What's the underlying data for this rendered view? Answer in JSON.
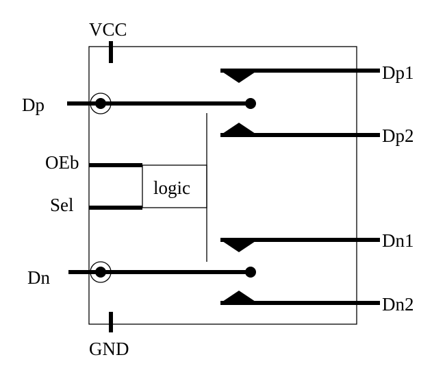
{
  "colors": {
    "line": "#000000",
    "background": "#ffffff"
  },
  "power": {
    "vcc": "VCC",
    "gnd": "GND"
  },
  "inputs": {
    "dp": "Dp",
    "dn": "Dn",
    "oeb": "OEb",
    "sel": "Sel"
  },
  "logic_block": {
    "label": "logic"
  },
  "outputs": {
    "dp1": "Dp1",
    "dp2": "Dp2",
    "dn1": "Dn1",
    "dn2": "Dn2"
  }
}
